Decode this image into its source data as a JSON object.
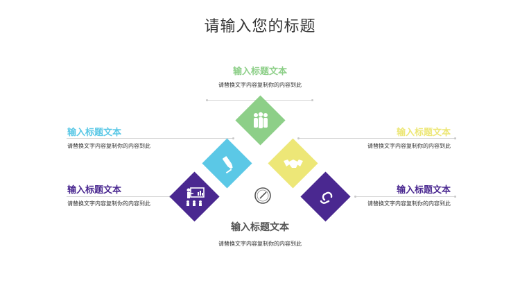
{
  "title": "请输入您的标题",
  "colors": {
    "green": "#8dcf88",
    "blue": "#5bc8e6",
    "yellow": "#ede777",
    "purple": "#4a2890",
    "dark": "#333333",
    "line": "#d5d5d5"
  },
  "items": {
    "top": {
      "heading": "输入标题文本",
      "desc": "请替换文字内容复制你的内容到此"
    },
    "left_upper": {
      "heading": "输入标题文本",
      "desc": "请替换文字内容复制你的内容到此"
    },
    "left_lower": {
      "heading": "输入标题文本",
      "desc": "请替换文字内容复制你的内容到此"
    },
    "right_upper": {
      "heading": "输入标题文本",
      "desc": "请替换文字内容复制你的内容到此"
    },
    "right_lower": {
      "heading": "输入标题文本",
      "desc": "请替换文字内容复制你的内容到此"
    },
    "bottom": {
      "heading": "输入标题文本",
      "desc": "请替换文字内容复制你的内容到此"
    }
  },
  "icons": [
    "team-icon",
    "highlighter-icon",
    "handshake-icon",
    "presentation-icon",
    "link-icon",
    "clock-icon"
  ]
}
